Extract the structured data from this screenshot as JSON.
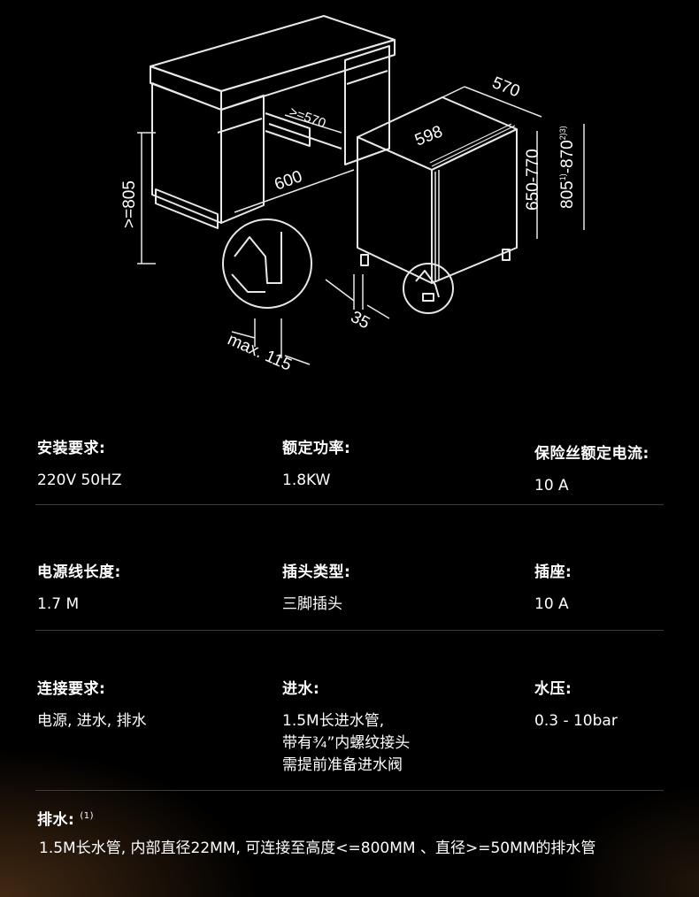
{
  "diagram": {
    "labels": {
      "height_min": ">=805",
      "niche_depth": ">=570",
      "niche_width": "600",
      "width": "598",
      "depth": "570",
      "height_range": "650-770",
      "height_alt_main": "805",
      "height_alt_sup1": "1)",
      "height_alt_sep": "-870",
      "height_alt_sup2": "2)3)",
      "toe_kick": "35",
      "plinth_max": "max. 115"
    }
  },
  "specs": {
    "install": {
      "label": "安装要求:",
      "value": "220V 50HZ"
    },
    "power": {
      "label": "额定功率:",
      "value": "1.8KW"
    },
    "fuse": {
      "label": "保险丝额定电流:",
      "value": "10 A"
    },
    "cable": {
      "label": "电源线长度:",
      "value": "1.7 M"
    },
    "plug": {
      "label": "插头类型:",
      "value": "三脚插头"
    },
    "socket": {
      "label": "插座:",
      "value": "10 A"
    },
    "connection": {
      "label": "连接要求:",
      "value": "电源, 进水, 排水"
    },
    "inlet": {
      "label": "进水:",
      "value": "1.5M长进水管,\n带有¾”内螺纹接头\n需提前准备进水阀"
    },
    "pressure": {
      "label": "水压:",
      "value": "0.3 - 10bar"
    },
    "drain": {
      "label": "排水:",
      "sup": "(1)",
      "value": "1.5M长水管, 内部直径22MM, 可连接至高度<=800MM 、直径>=50MM的排水管"
    }
  }
}
